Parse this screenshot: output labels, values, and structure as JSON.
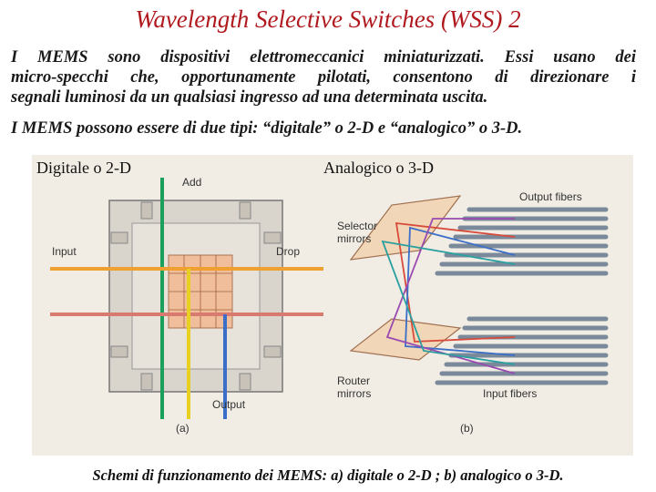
{
  "title": "Wavelength Selective Switches (WSS) 2",
  "body": {
    "para1_lines": [
      "I MEMS sono dispositivi elettromeccanici miniaturizzati. Essi usano dei",
      "micro-specchi che, opportunamente pilotati, consentono di direzionare i",
      "segnali luminosi da un qualsiasi ingresso ad una determinata uscita."
    ],
    "para2": "I MEMS possono essere di due tipi: “digitale” o 2-D e “analogico” o 3-D."
  },
  "figure": {
    "label_digital": "Digitale o 2-D",
    "label_analog": "Analogico o 3-D",
    "digital": {
      "add": "Add",
      "input": "Input",
      "drop": "Drop",
      "output": "Output",
      "panel": "(a)"
    },
    "analog": {
      "output_fibers": "Output fibers",
      "selector_mirrors_1": "Selector",
      "selector_mirrors_2": "mirrors",
      "router_mirrors_1": "Router",
      "router_mirrors_2": "mirrors",
      "input_fibers": "Input fibers",
      "panel": "(b)"
    },
    "colors": {
      "green": "#1aa05a",
      "orange": "#f0a030",
      "yellow": "#e8d020",
      "red": "#d84a3a",
      "blue": "#3a6ec8",
      "purple": "#9a4ab0",
      "teal": "#2aa0a0"
    }
  },
  "caption": "Schemi di funzionamento dei MEMS: a) digitale o 2-D ; b) analogico o 3-D."
}
